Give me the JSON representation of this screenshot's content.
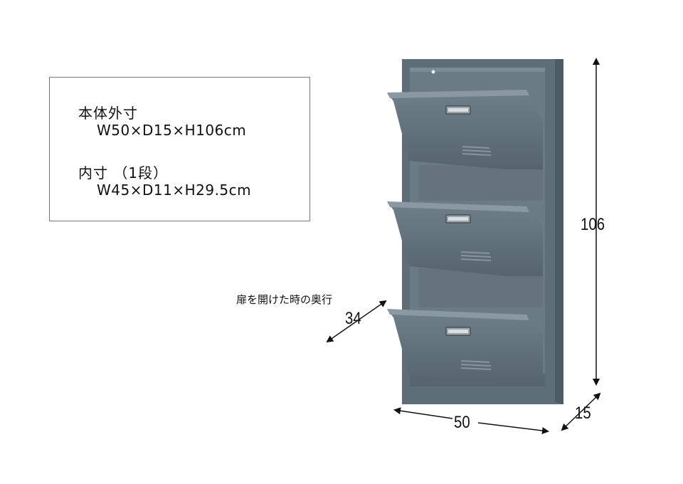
{
  "spec": {
    "body_title": "本体外寸",
    "body_value": "W50×D15×H106cm",
    "inner_title": "内寸 （1段）",
    "inner_value": "W45×D11×H29.5cm"
  },
  "dimensions": {
    "height": "106",
    "width": "50",
    "depth": "15",
    "open_depth": "34",
    "open_depth_label": "扉を開けた時の奥行"
  },
  "colors": {
    "cabinet": "#5b6b76",
    "cabinet_dark": "#46545e",
    "cabinet_light": "#7a8a94"
  }
}
